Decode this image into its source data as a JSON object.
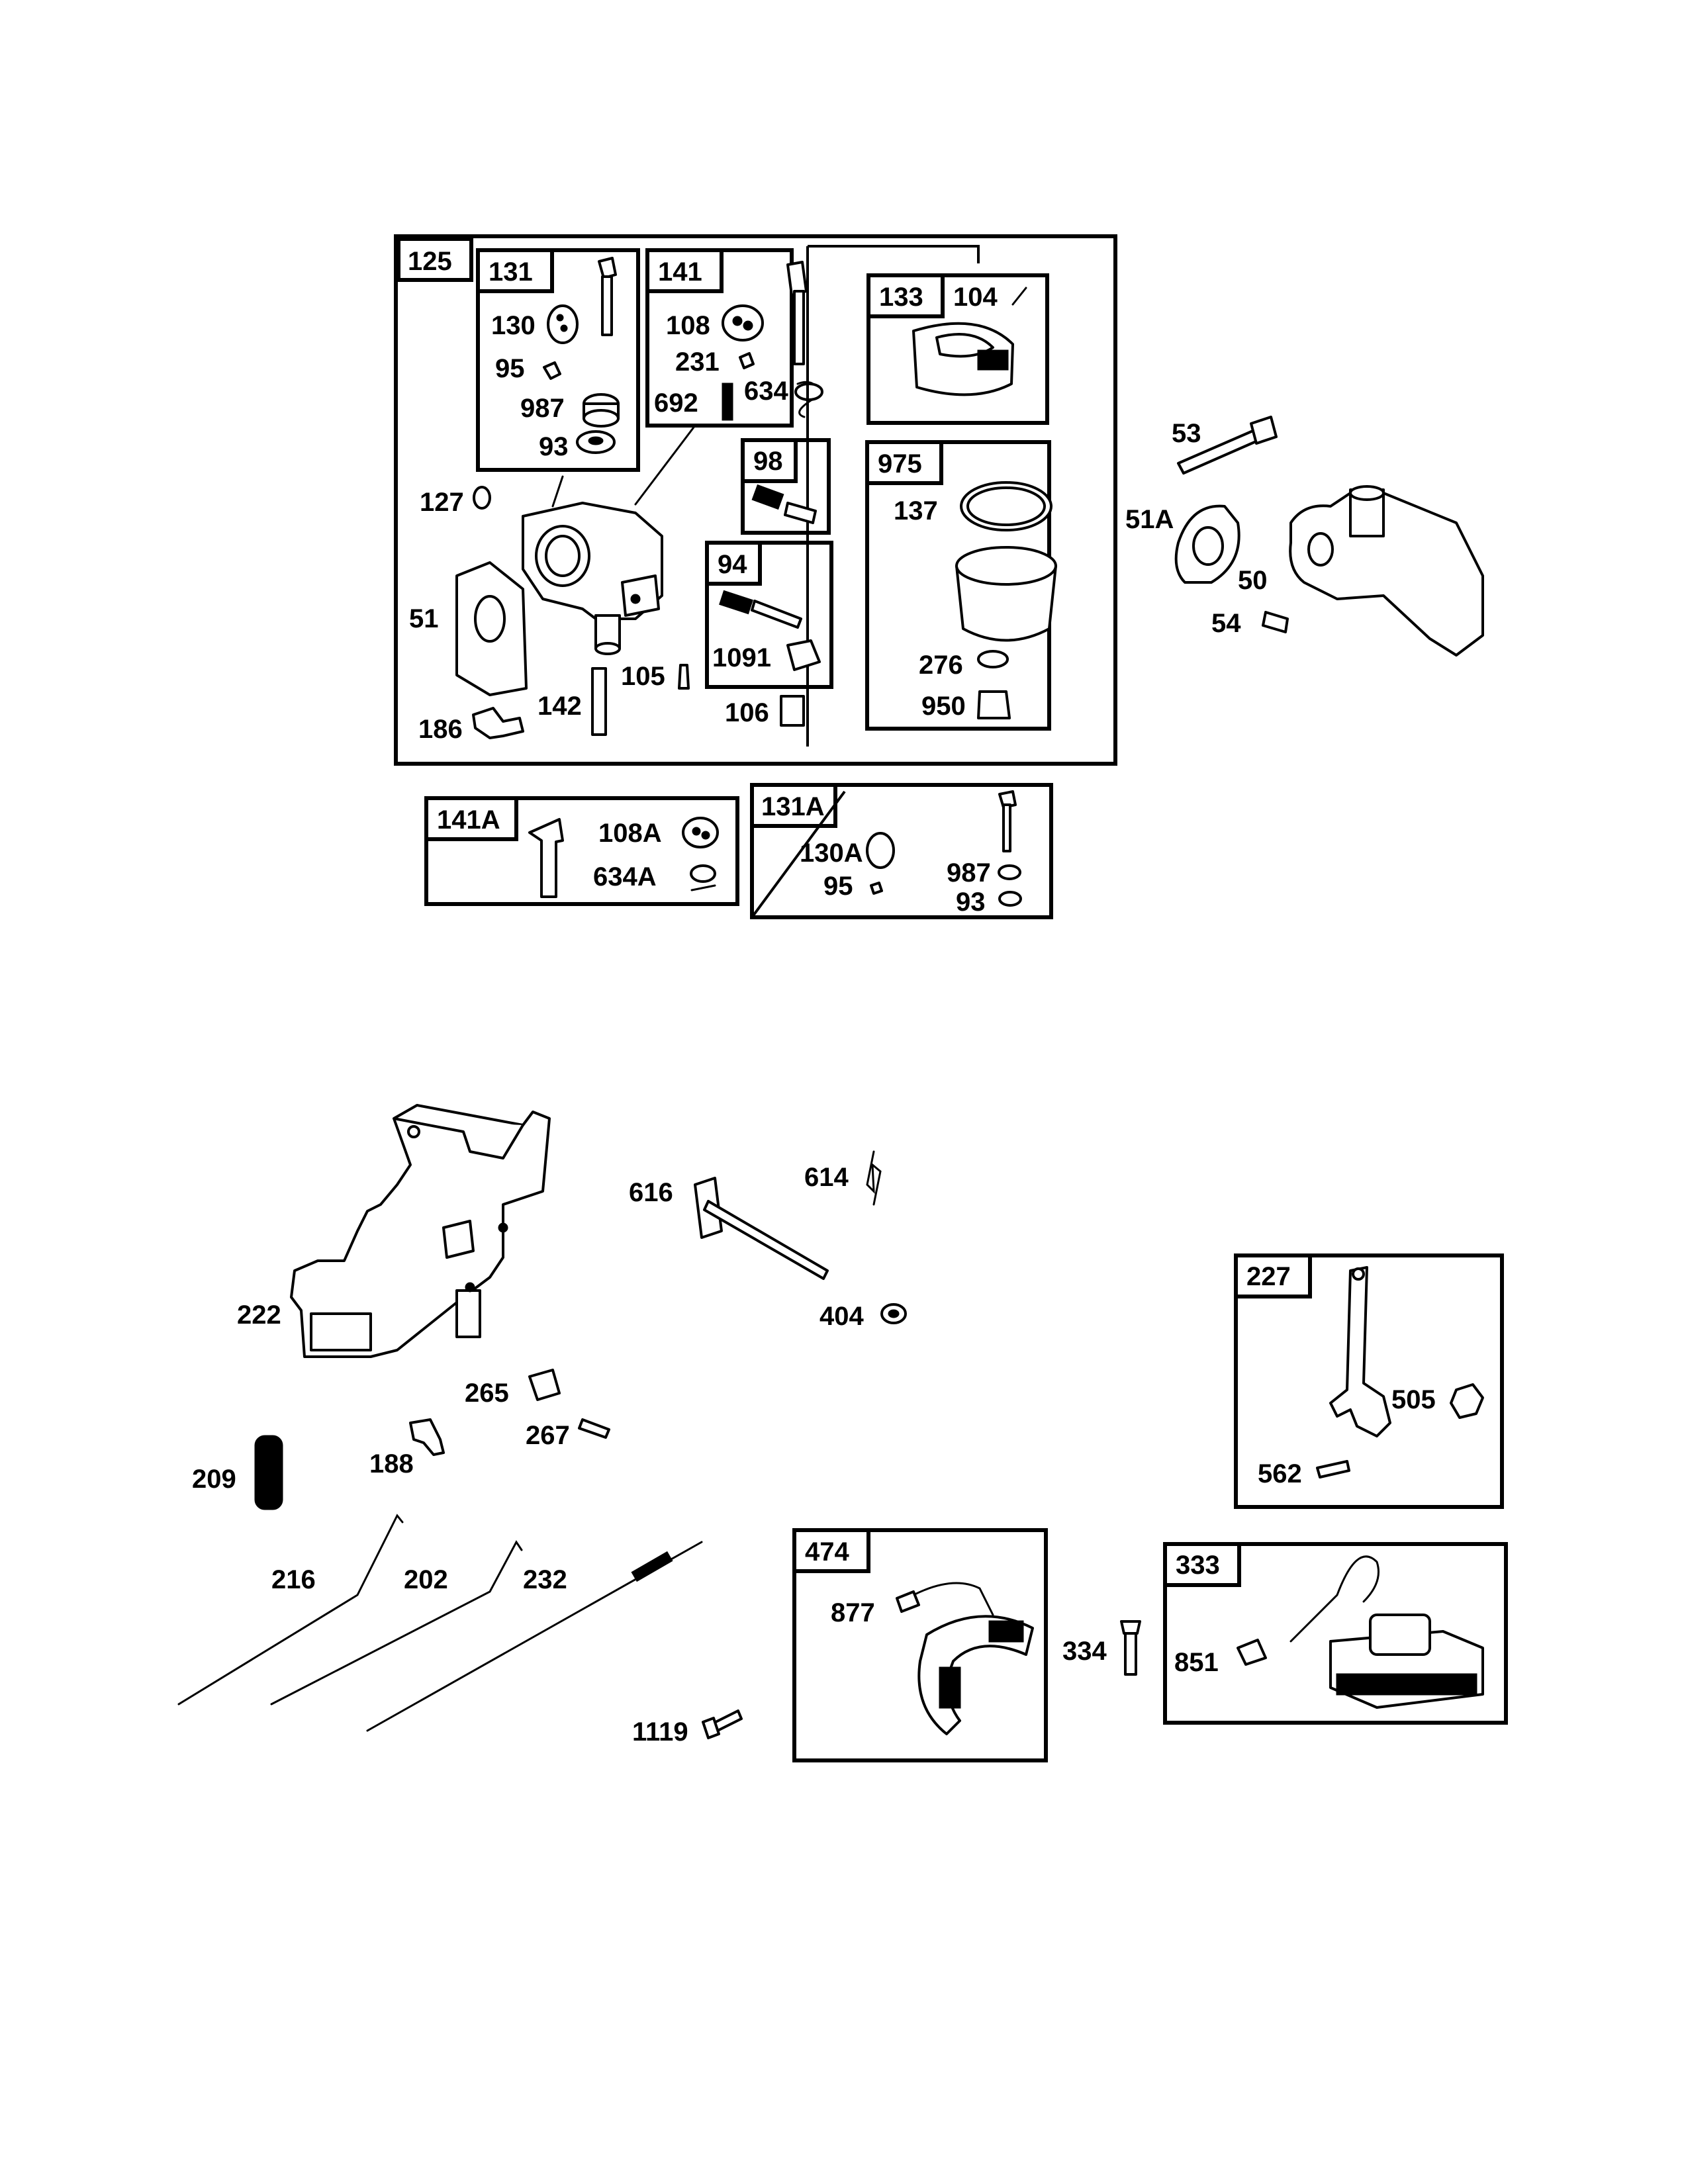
{
  "carburetor_kit": {
    "box_label": "125",
    "kit_131": {
      "label": "131",
      "parts": [
        "130",
        "95",
        "987",
        "93"
      ]
    },
    "kit_141": {
      "label": "141",
      "parts": [
        "108",
        "231",
        "692",
        "634"
      ]
    },
    "kit_133": {
      "label": "133",
      "parts": [
        "104"
      ]
    },
    "kit_98": {
      "label": "98"
    },
    "kit_94": {
      "label": "94",
      "parts": [
        "1091"
      ]
    },
    "kit_975": {
      "label": "975",
      "parts": [
        "137",
        "276",
        "950"
      ]
    },
    "loose_parts": [
      "127",
      "51",
      "186",
      "142",
      "105",
      "106"
    ]
  },
  "kit_141A": {
    "label": "141A",
    "parts": [
      "108A",
      "634A"
    ]
  },
  "kit_131A": {
    "label": "131A",
    "parts": [
      "130A",
      "95",
      "987",
      "93"
    ]
  },
  "intake": {
    "parts": [
      "53",
      "51A",
      "50",
      "54"
    ]
  },
  "governor": {
    "parts": [
      "616",
      "614",
      "404",
      "222",
      "265",
      "267",
      "188",
      "209",
      "216",
      "202",
      "232",
      "1119"
    ]
  },
  "kit_227": {
    "label": "227",
    "parts": [
      "505",
      "562"
    ]
  },
  "kit_474": {
    "label": "474",
    "parts": [
      "877"
    ]
  },
  "loose_334": "334",
  "kit_333": {
    "label": "333",
    "parts": [
      "851"
    ]
  }
}
